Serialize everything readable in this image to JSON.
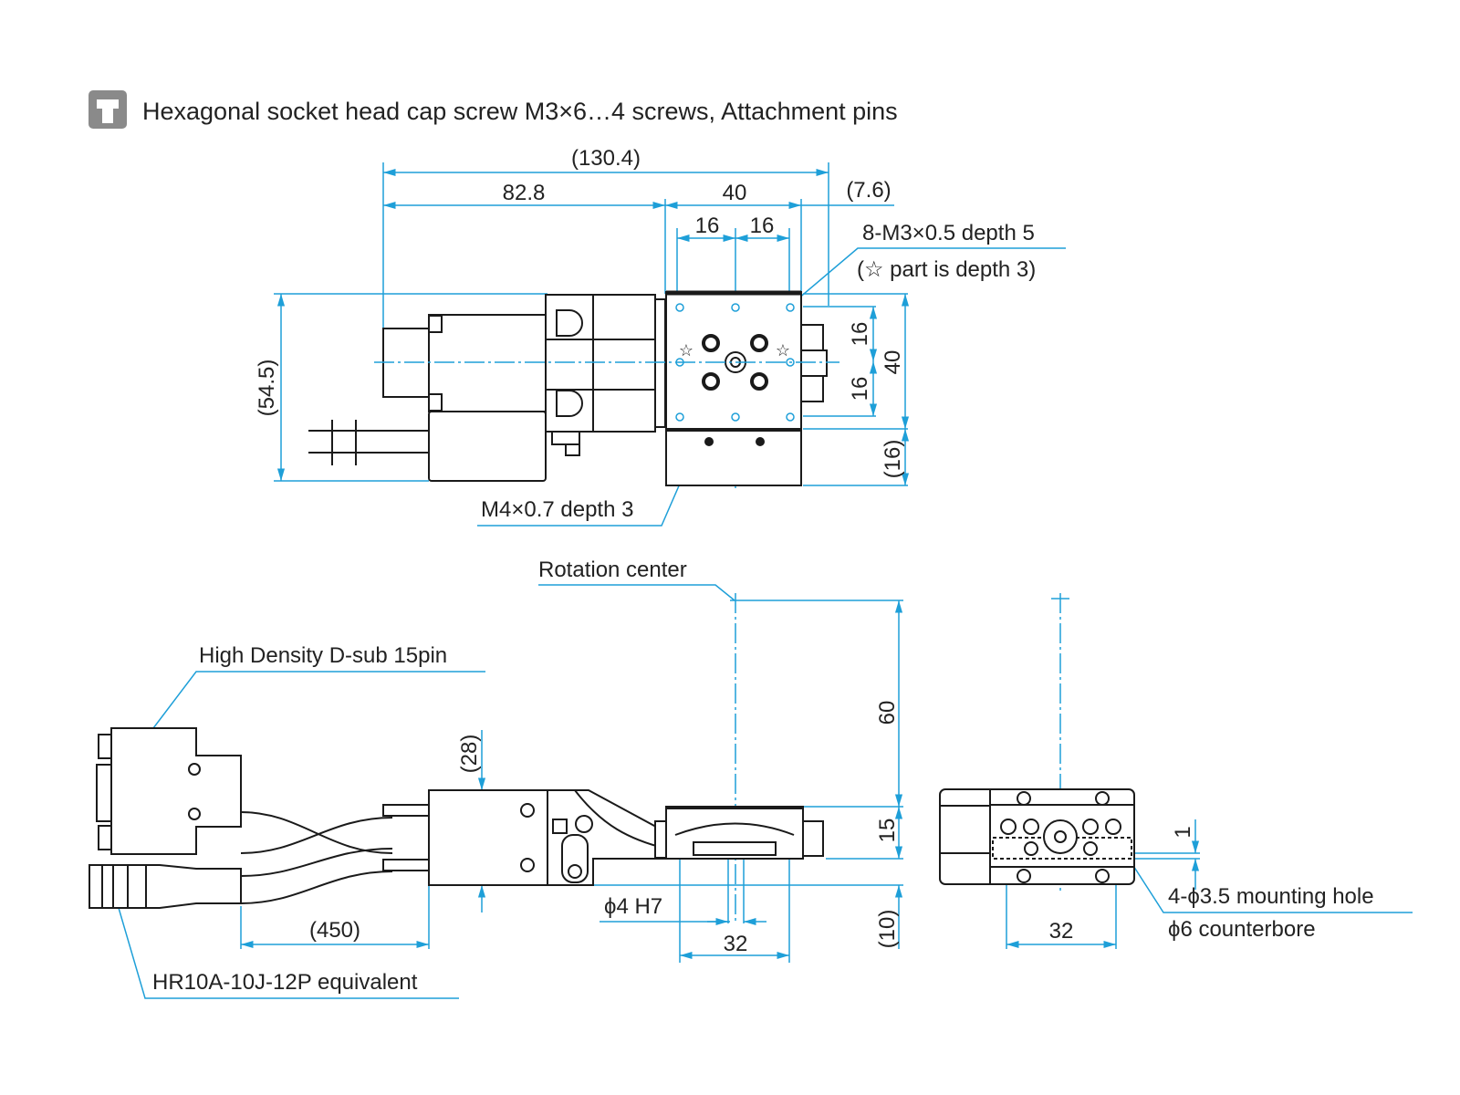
{
  "header": {
    "icon": "screw-attachment-icon",
    "title": "Hexagonal socket head cap screw M3×6…4 screws, Attachment pins"
  },
  "top_view": {
    "dims": {
      "overall": "(130.4)",
      "motor": "82.8",
      "stage": "40",
      "offset": "(7.6)",
      "pitch_a": "16",
      "pitch_b": "16",
      "height": "(54.5)",
      "right_a": "16",
      "right_b": "16",
      "right_total": "40",
      "base": "(16)"
    },
    "callouts": {
      "tapped_holes": "8-M3×0.5 depth 5",
      "star_note": "(☆ part is depth 3)",
      "center_hole": "M4×0.7 depth 3"
    }
  },
  "front_view": {
    "callouts": {
      "rotation_center": "Rotation center",
      "dsub": "High Density D-sub 15pin",
      "hr10a": "HR10A-10J-12P equivalent",
      "pin": "ϕ4 H7"
    },
    "dims": {
      "height_60": "60",
      "stage_15": "15",
      "below_10": "(10)",
      "body_28": "(28)",
      "cable_450": "(450)",
      "width_32": "32"
    }
  },
  "side_view": {
    "dims": {
      "width_32": "32",
      "offset_1": "1"
    },
    "callouts": {
      "mounting_hole": "4-ϕ3.5 mounting hole",
      "counterbore": "ϕ6 counterbore"
    }
  },
  "colors": {
    "dimension": "#1e9fd8",
    "outline": "#1a1a1a",
    "icon": "#8a8a8a"
  }
}
